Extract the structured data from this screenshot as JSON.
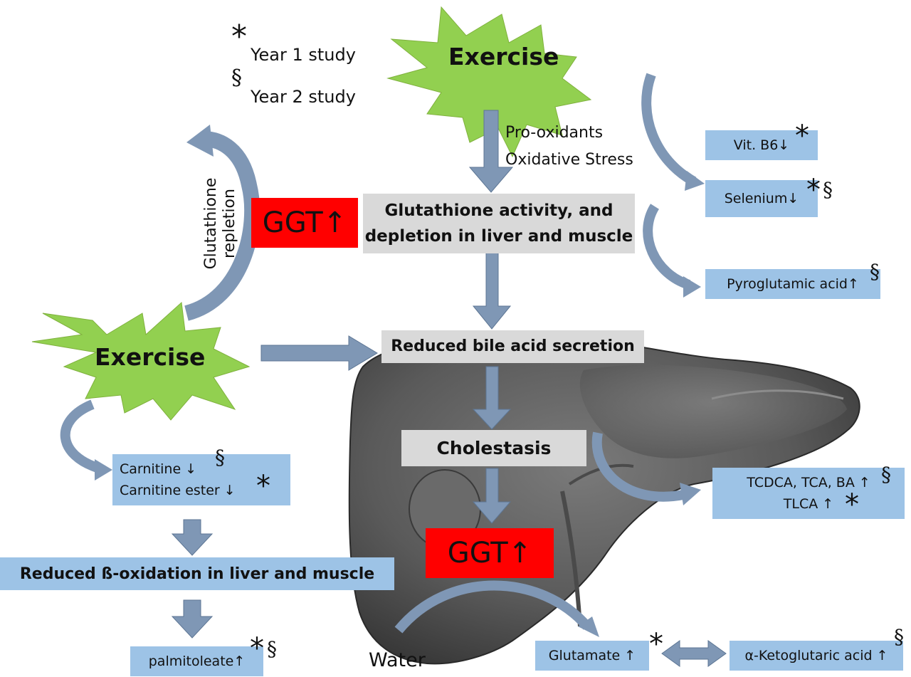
{
  "legend": {
    "year1_symbol": "*",
    "year1_label": "Year 1 study",
    "year2_symbol": "§",
    "year2_label": "Year 2 study"
  },
  "exercise_top": "Exercise",
  "exercise_left": "Exercise",
  "pro_oxidants": [
    "Pro-oxidants",
    "Oxidative Stress"
  ],
  "glutathione_repletion": [
    "Glutathione",
    "repletion"
  ],
  "ggt_top": "GGT↑",
  "ggt_bottom": "GGT↑",
  "glutathione_activity": [
    "Glutathione activity, and",
    "depletion in liver and muscle"
  ],
  "reduced_bile": "Reduced bile acid secretion",
  "cholestasis": "Cholestasis",
  "vit_b6": "Vit. B6↓",
  "selenium": "Selenium↓",
  "pyroglutamic": "Pyroglutamic acid↑",
  "tcdca": [
    "TCDCA, TCA, BA ↑",
    "TLCA ↑"
  ],
  "carnitine": [
    "Carnitine ↓",
    "Carnitine ester ↓"
  ],
  "reduced_beta": "Reduced ß-oxidation in liver and muscle",
  "palmitoleate": "palmitoleate↑",
  "water": "Water",
  "glutamate": "Glutamate ↑",
  "ketoglutaric": "α-Ketoglutaric acid ↑",
  "colors": {
    "starburst": "#92d050",
    "blue_box": "#9dc3e6",
    "grey_box": "#d9d9d9",
    "red_box": "#ff0000",
    "arrow": "#7f97b5",
    "arrow_stroke": "#5d7694"
  }
}
